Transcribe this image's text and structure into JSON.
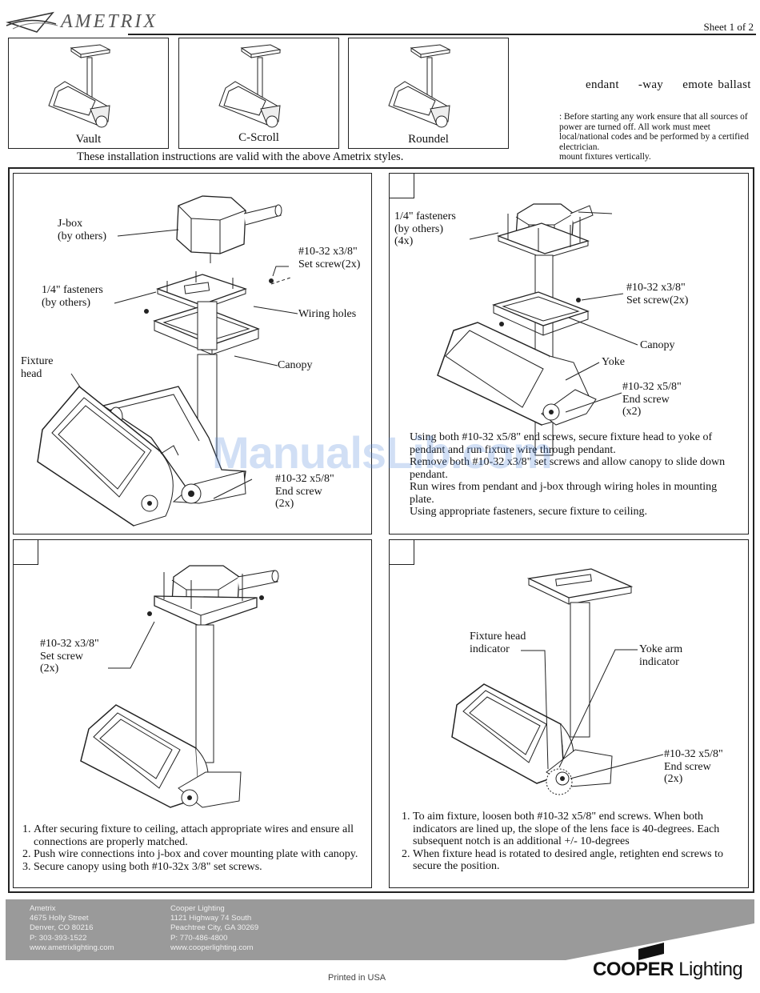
{
  "header": {
    "brand": "AMETRIX",
    "sheet": "Sheet 1 of 2",
    "title_fragments": [
      "endant",
      "-way",
      "emote ballast"
    ]
  },
  "styles": [
    {
      "caption": "Vault"
    },
    {
      "caption": "C-Scroll"
    },
    {
      "caption": "Roundel"
    }
  ],
  "valid_note": "These installation instructions are valid with the above Ametrix styles.",
  "warning": ":  Before starting any work ensure that all sources of power are turned off.  All work must meet local/national codes and be performed by a certified electrician.\nmount fixtures vertically.",
  "panel1": {
    "labels": {
      "jbox": "J-box\n(by others)",
      "set_screw": "#10-32 x3/8\"\nSet screw(2x)",
      "fasteners": "1/4\" fasteners\n(by others)",
      "wiring_holes": "Wiring holes",
      "fixture_head": "Fixture\nhead",
      "canopy": "Canopy",
      "end_screw": "#10-32 x5/8\"\nEnd screw\n(2x)"
    }
  },
  "panel2": {
    "labels": {
      "fasteners": "1/4\" fasteners\n(by others)\n(4x)",
      "set_screw": "#10-32 x3/8\"\nSet screw(2x)",
      "canopy": "Canopy",
      "yoke": "Yoke",
      "end_screw": "#10-32 x5/8\"\nEnd screw\n(x2)"
    },
    "instructions": [
      "Using both #10-32 x5/8\" end screws, secure fixture head to yoke of pendant and run fixture wire through pendant.",
      "Remove both #10-32 x3/8\" set screws and allow canopy to slide down pendant.",
      "Run wires from pendant and j-box through wiring holes in mounting plate.",
      "Using appropriate fasteners, secure fixture to ceiling."
    ]
  },
  "panel3": {
    "labels": {
      "set_screw": "#10-32 x3/8\"\nSet screw\n(2x)"
    },
    "instructions": [
      "After securing fixture to ceiling, attach appropriate wires and ensure all connections are properly matched.",
      "Push wire connections into j-box and cover mounting plate with canopy.",
      "Secure canopy using both #10-32x 3/8\" set screws."
    ]
  },
  "panel4": {
    "labels": {
      "fixture_head_indicator": "Fixture head\nindicator",
      "yoke_arm_indicator": "Yoke arm\nindicator",
      "end_screw": "#10-32 x5/8\"\nEnd screw\n(2x)"
    },
    "instructions": [
      "To aim fixture, loosen both #10-32 x5/8\" end screws.  When both indicators are lined up, the slope of the lens face is 40-degrees.  Each subsequent notch is an additional +/- 10-degrees",
      "When fixture head is rotated to desired angle, retighten end screws to secure the position."
    ]
  },
  "watermark": "ManualsLib.com",
  "footer": {
    "ametrix": [
      "Ametrix",
      "4675 Holly Street",
      "Denver, CO 80216",
      "P: 303-393-1522",
      "www.ametrixlighting.com"
    ],
    "cooper": [
      "Cooper Lighting",
      "1121 Highway 74 South",
      "Peachtree City, GA 30269",
      "P: 770-486-4800",
      "www.cooperlighting.com"
    ],
    "printed": "Printed in USA",
    "logo_bold": "COOPER",
    "logo_light": "Lighting"
  }
}
